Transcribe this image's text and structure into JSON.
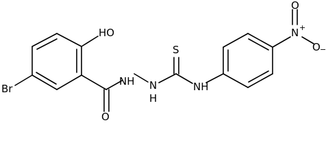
{
  "molecule": {
    "atoms": {
      "br": "Br",
      "oh": "HO",
      "o_carbonyl": "O",
      "nh_a": "NH",
      "nh_b": "N",
      "h_b": "H",
      "s": "S",
      "nh_c": "NH",
      "n_nitro": "N",
      "n_nitro_charge": "+",
      "o_nitro_top": "O",
      "o_nitro_right": "O",
      "o_nitro_charge": "−"
    }
  }
}
